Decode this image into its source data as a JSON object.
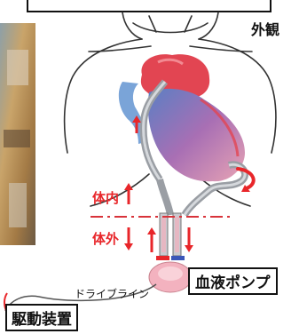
{
  "labels": {
    "exterior": "外観",
    "inside_body": "体内",
    "outside_body": "体外",
    "drive_line": "ドライブライン",
    "blood_pump": "血液ポンプ",
    "drive_unit": "駆動装置"
  },
  "colors": {
    "red_label": "#e8262a",
    "dash_line": "#d8333a",
    "heart_red": "#e24552",
    "heart_blue": "#5b7fc4",
    "photo_bg": "#c9a46a"
  },
  "icons": [
    "heart-icon",
    "arrow-up-icon",
    "arrow-down-icon",
    "pump-icon",
    "curved-arrow-icon"
  ]
}
